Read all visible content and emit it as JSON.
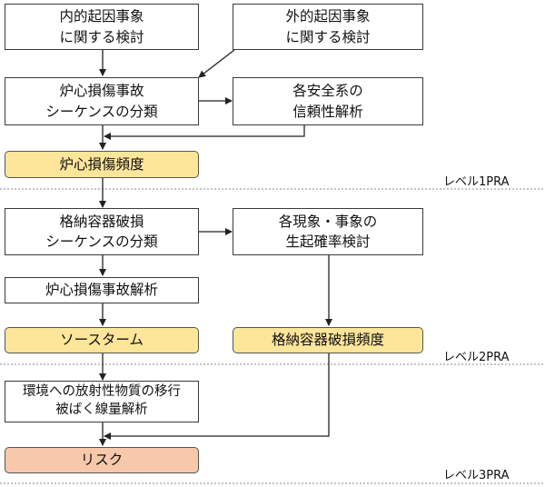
{
  "nodes": {
    "internal_events": "内的起因事象\nに関する検討",
    "external_events": "外的起因事象\nに関する検討",
    "core_damage_classification": "炉心損傷事故\nシーケンスの分類",
    "safety_reliability": "各安全系の\n信頼性解析",
    "core_damage_frequency": "炉心損傷頻度",
    "containment_classification": "格納容器破損\nシーケンスの分類",
    "phenomena_probability": "各現象・事象の\n生起確率検討",
    "core_damage_analysis": "炉心損傷事故解析",
    "source_term": "ソースターム",
    "containment_failure_frequency": "格納容器破損頻度",
    "environment_transport": "環境への放射性物質の移行\n被ばく線量解析",
    "risk": "リスク"
  },
  "levels": {
    "level1": "レベル1PRA",
    "level2": "レベル2PRA",
    "level3": "レベル3PRA"
  },
  "colors": {
    "result_box_fill": "#fde59a",
    "risk_box_fill": "#f7c8aa",
    "line": "#3a3a3a",
    "separator": "#888888"
  }
}
